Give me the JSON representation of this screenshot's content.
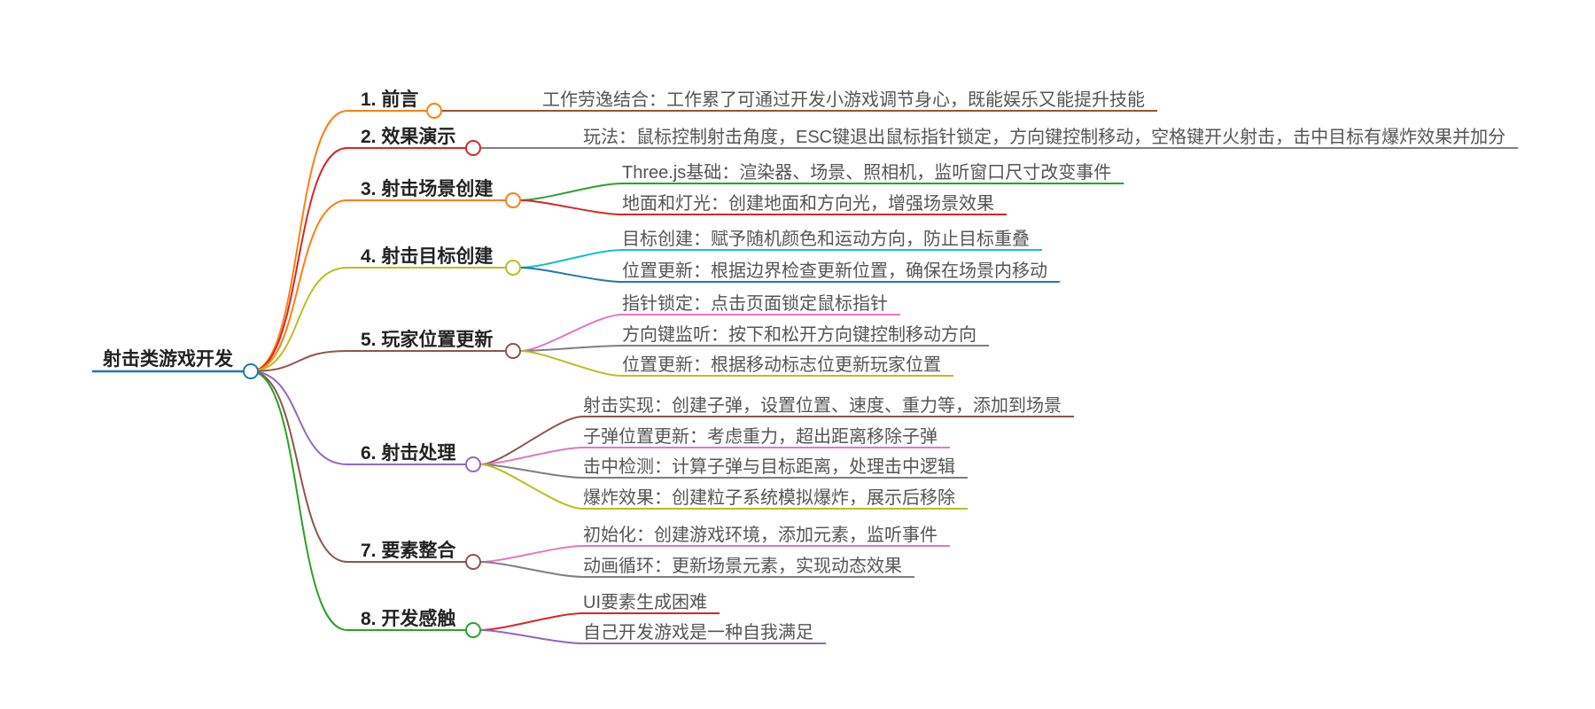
{
  "root": {
    "label": "射击类游戏开发",
    "color": "#1f77b4"
  },
  "branches": [
    {
      "label": "1. 前言",
      "color": "#ff7f0e",
      "children": [
        {
          "text": "工作劳逸结合：工作累了可通过开发小游戏调节身心，既能娱乐又能提升技能",
          "color": "#a0522d"
        }
      ]
    },
    {
      "label": "2. 效果演示",
      "color": "#d62728",
      "children": [
        {
          "text": "玩法：鼠标控制射击角度，ESC键退出鼠标指针锁定，方向键控制移动，空格键开火射击，击中目标有爆炸效果并加分",
          "color": "#7f7f7f"
        }
      ]
    },
    {
      "label": "3. 射击场景创建",
      "color": "#ff7f0e",
      "children": [
        {
          "text": "Three.js基础：渲染器、场景、照相机，监听窗口尺寸改变事件",
          "color": "#2ca02c"
        },
        {
          "text": "地面和灯光：创建地面和方向光，增强场景效果",
          "color": "#d62728"
        }
      ]
    },
    {
      "label": "4. 射击目标创建",
      "color": "#bcbd22",
      "children": [
        {
          "text": "目标创建：赋予随机颜色和运动方向，防止目标重叠",
          "color": "#17becf"
        },
        {
          "text": "位置更新：根据边界检查更新位置，确保在场景内移动",
          "color": "#1f77b4"
        }
      ]
    },
    {
      "label": "5. 玩家位置更新",
      "color": "#8c564b",
      "children": [
        {
          "text": "指针锁定：点击页面锁定鼠标指针",
          "color": "#e377c2"
        },
        {
          "text": "方向键监听：按下和松开方向键控制移动方向",
          "color": "#7f7f7f"
        },
        {
          "text": "位置更新：根据移动标志位更新玩家位置",
          "color": "#bcbd22"
        }
      ]
    },
    {
      "label": "6. 射击处理",
      "color": "#9467bd",
      "children": [
        {
          "text": "射击实现：创建子弹，设置位置、速度、重力等，添加到场景",
          "color": "#8c564b"
        },
        {
          "text": "子弹位置更新：考虑重力，超出距离移除子弹",
          "color": "#e377c2"
        },
        {
          "text": "击中检测：计算子弹与目标距离，处理击中逻辑",
          "color": "#7f7f7f"
        },
        {
          "text": "爆炸效果：创建粒子系统模拟爆炸，展示后移除",
          "color": "#bcbd22"
        }
      ]
    },
    {
      "label": "7. 要素整合",
      "color": "#8c564b",
      "children": [
        {
          "text": "初始化：创建游戏环境，添加元素，监听事件",
          "color": "#e377c2"
        },
        {
          "text": "动画循环：更新场景元素，实现动态效果",
          "color": "#7f7f7f"
        }
      ]
    },
    {
      "label": "8. 开发感触",
      "color": "#2ca02c",
      "children": [
        {
          "text": "UI要素生成困难",
          "color": "#d62728"
        },
        {
          "text": "自己开发游戏是一种自我满足",
          "color": "#9467bd"
        }
      ]
    }
  ]
}
